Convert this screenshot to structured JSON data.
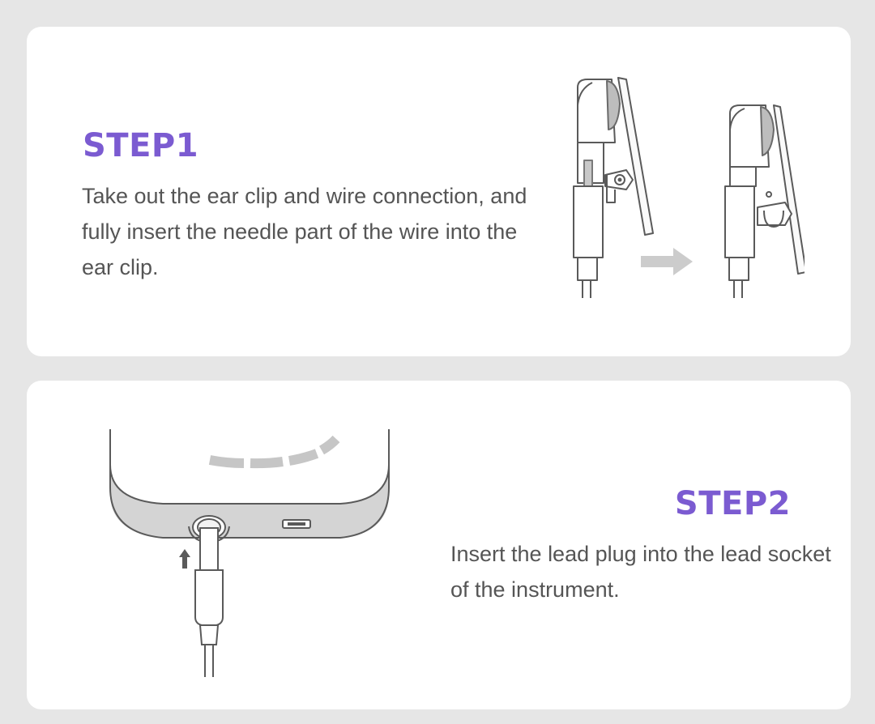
{
  "theme": {
    "accent": "#7b5bd1",
    "text": "#555555",
    "line": "#5a5a5a"
  },
  "step1": {
    "title": "STEP1",
    "description": "Take out the ear clip and wire connection, and fully insert the needle part of the wire into the ear clip."
  },
  "step2": {
    "title": "STEP2",
    "description": "Insert the lead plug into the lead socket of the instrument."
  }
}
